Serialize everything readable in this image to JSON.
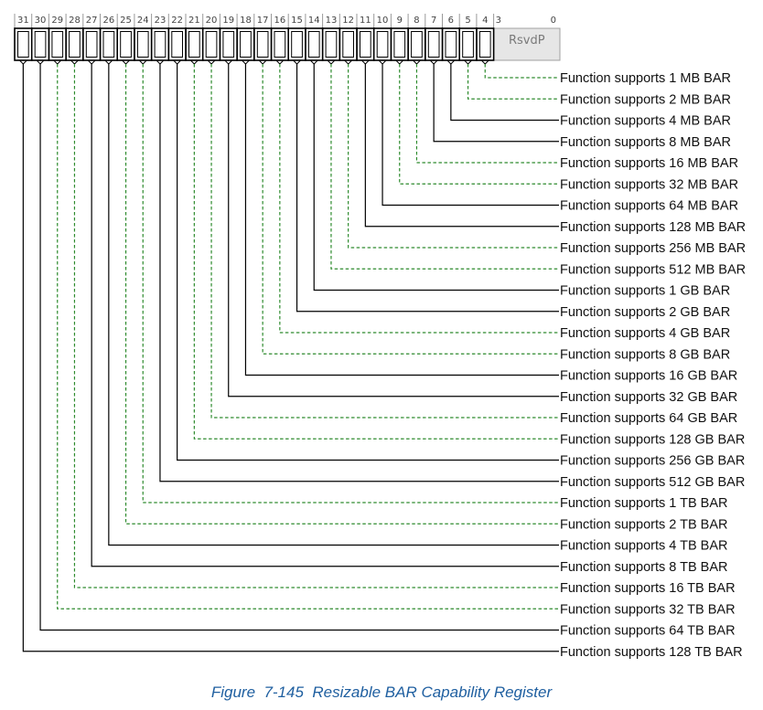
{
  "register": {
    "bit_numbers": [
      "31",
      "30",
      "29",
      "28",
      "27",
      "26",
      "25",
      "24",
      "23",
      "22",
      "21",
      "20",
      "19",
      "18",
      "17",
      "16",
      "15",
      "14",
      "13",
      "12",
      "11",
      "10",
      "9",
      "8",
      "7",
      "6",
      "5",
      "4"
    ],
    "reserved_start_bit": "3",
    "reserved_end_bit": "0",
    "reserved_label": "RsvdP"
  },
  "fields": [
    {
      "bit": 4,
      "label": "Function supports 1 MB BAR",
      "style": "dashed"
    },
    {
      "bit": 5,
      "label": "Function supports 2 MB BAR",
      "style": "dashed"
    },
    {
      "bit": 6,
      "label": "Function supports 4 MB BAR",
      "style": "solid"
    },
    {
      "bit": 7,
      "label": "Function supports 8 MB BAR",
      "style": "solid"
    },
    {
      "bit": 8,
      "label": "Function supports 16 MB BAR",
      "style": "dashed"
    },
    {
      "bit": 9,
      "label": "Function supports 32 MB BAR",
      "style": "dashed"
    },
    {
      "bit": 10,
      "label": "Function supports 64 MB BAR",
      "style": "solid"
    },
    {
      "bit": 11,
      "label": "Function supports 128 MB BAR",
      "style": "solid"
    },
    {
      "bit": 12,
      "label": "Function supports 256 MB BAR",
      "style": "dashed"
    },
    {
      "bit": 13,
      "label": "Function supports 512 MB BAR",
      "style": "dashed"
    },
    {
      "bit": 14,
      "label": "Function supports 1 GB BAR",
      "style": "solid"
    },
    {
      "bit": 15,
      "label": "Function supports 2 GB BAR",
      "style": "solid"
    },
    {
      "bit": 16,
      "label": "Function supports 4 GB BAR",
      "style": "dashed"
    },
    {
      "bit": 17,
      "label": "Function supports 8 GB BAR",
      "style": "dashed"
    },
    {
      "bit": 18,
      "label": "Function supports 16 GB BAR",
      "style": "solid"
    },
    {
      "bit": 19,
      "label": "Function supports 32 GB BAR",
      "style": "solid"
    },
    {
      "bit": 20,
      "label": "Function supports 64 GB BAR",
      "style": "dashed"
    },
    {
      "bit": 21,
      "label": "Function supports 128 GB BAR",
      "style": "dashed"
    },
    {
      "bit": 22,
      "label": "Function supports 256 GB BAR",
      "style": "solid"
    },
    {
      "bit": 23,
      "label": "Function supports 512 GB BAR",
      "style": "solid"
    },
    {
      "bit": 24,
      "label": "Function supports 1 TB BAR",
      "style": "dashed"
    },
    {
      "bit": 25,
      "label": "Function supports 2 TB BAR",
      "style": "dashed"
    },
    {
      "bit": 26,
      "label": "Function supports 4 TB BAR",
      "style": "solid"
    },
    {
      "bit": 27,
      "label": "Function supports 8 TB BAR",
      "style": "solid"
    },
    {
      "bit": 28,
      "label": "Function supports 16 TB BAR",
      "style": "dashed"
    },
    {
      "bit": 29,
      "label": "Function supports 32 TB BAR",
      "style": "dashed"
    },
    {
      "bit": 30,
      "label": "Function supports 64 TB BAR",
      "style": "solid"
    },
    {
      "bit": 31,
      "label": "Function supports 128 TB BAR",
      "style": "solid"
    }
  ],
  "colors": {
    "solid_line": "#000000",
    "dashed_line": "#2e8b2e",
    "reserved_fill": "#e6e6e6",
    "caption": "#1f5fa0"
  },
  "caption": "Figure  7-145  Resizable BAR Capability Register"
}
